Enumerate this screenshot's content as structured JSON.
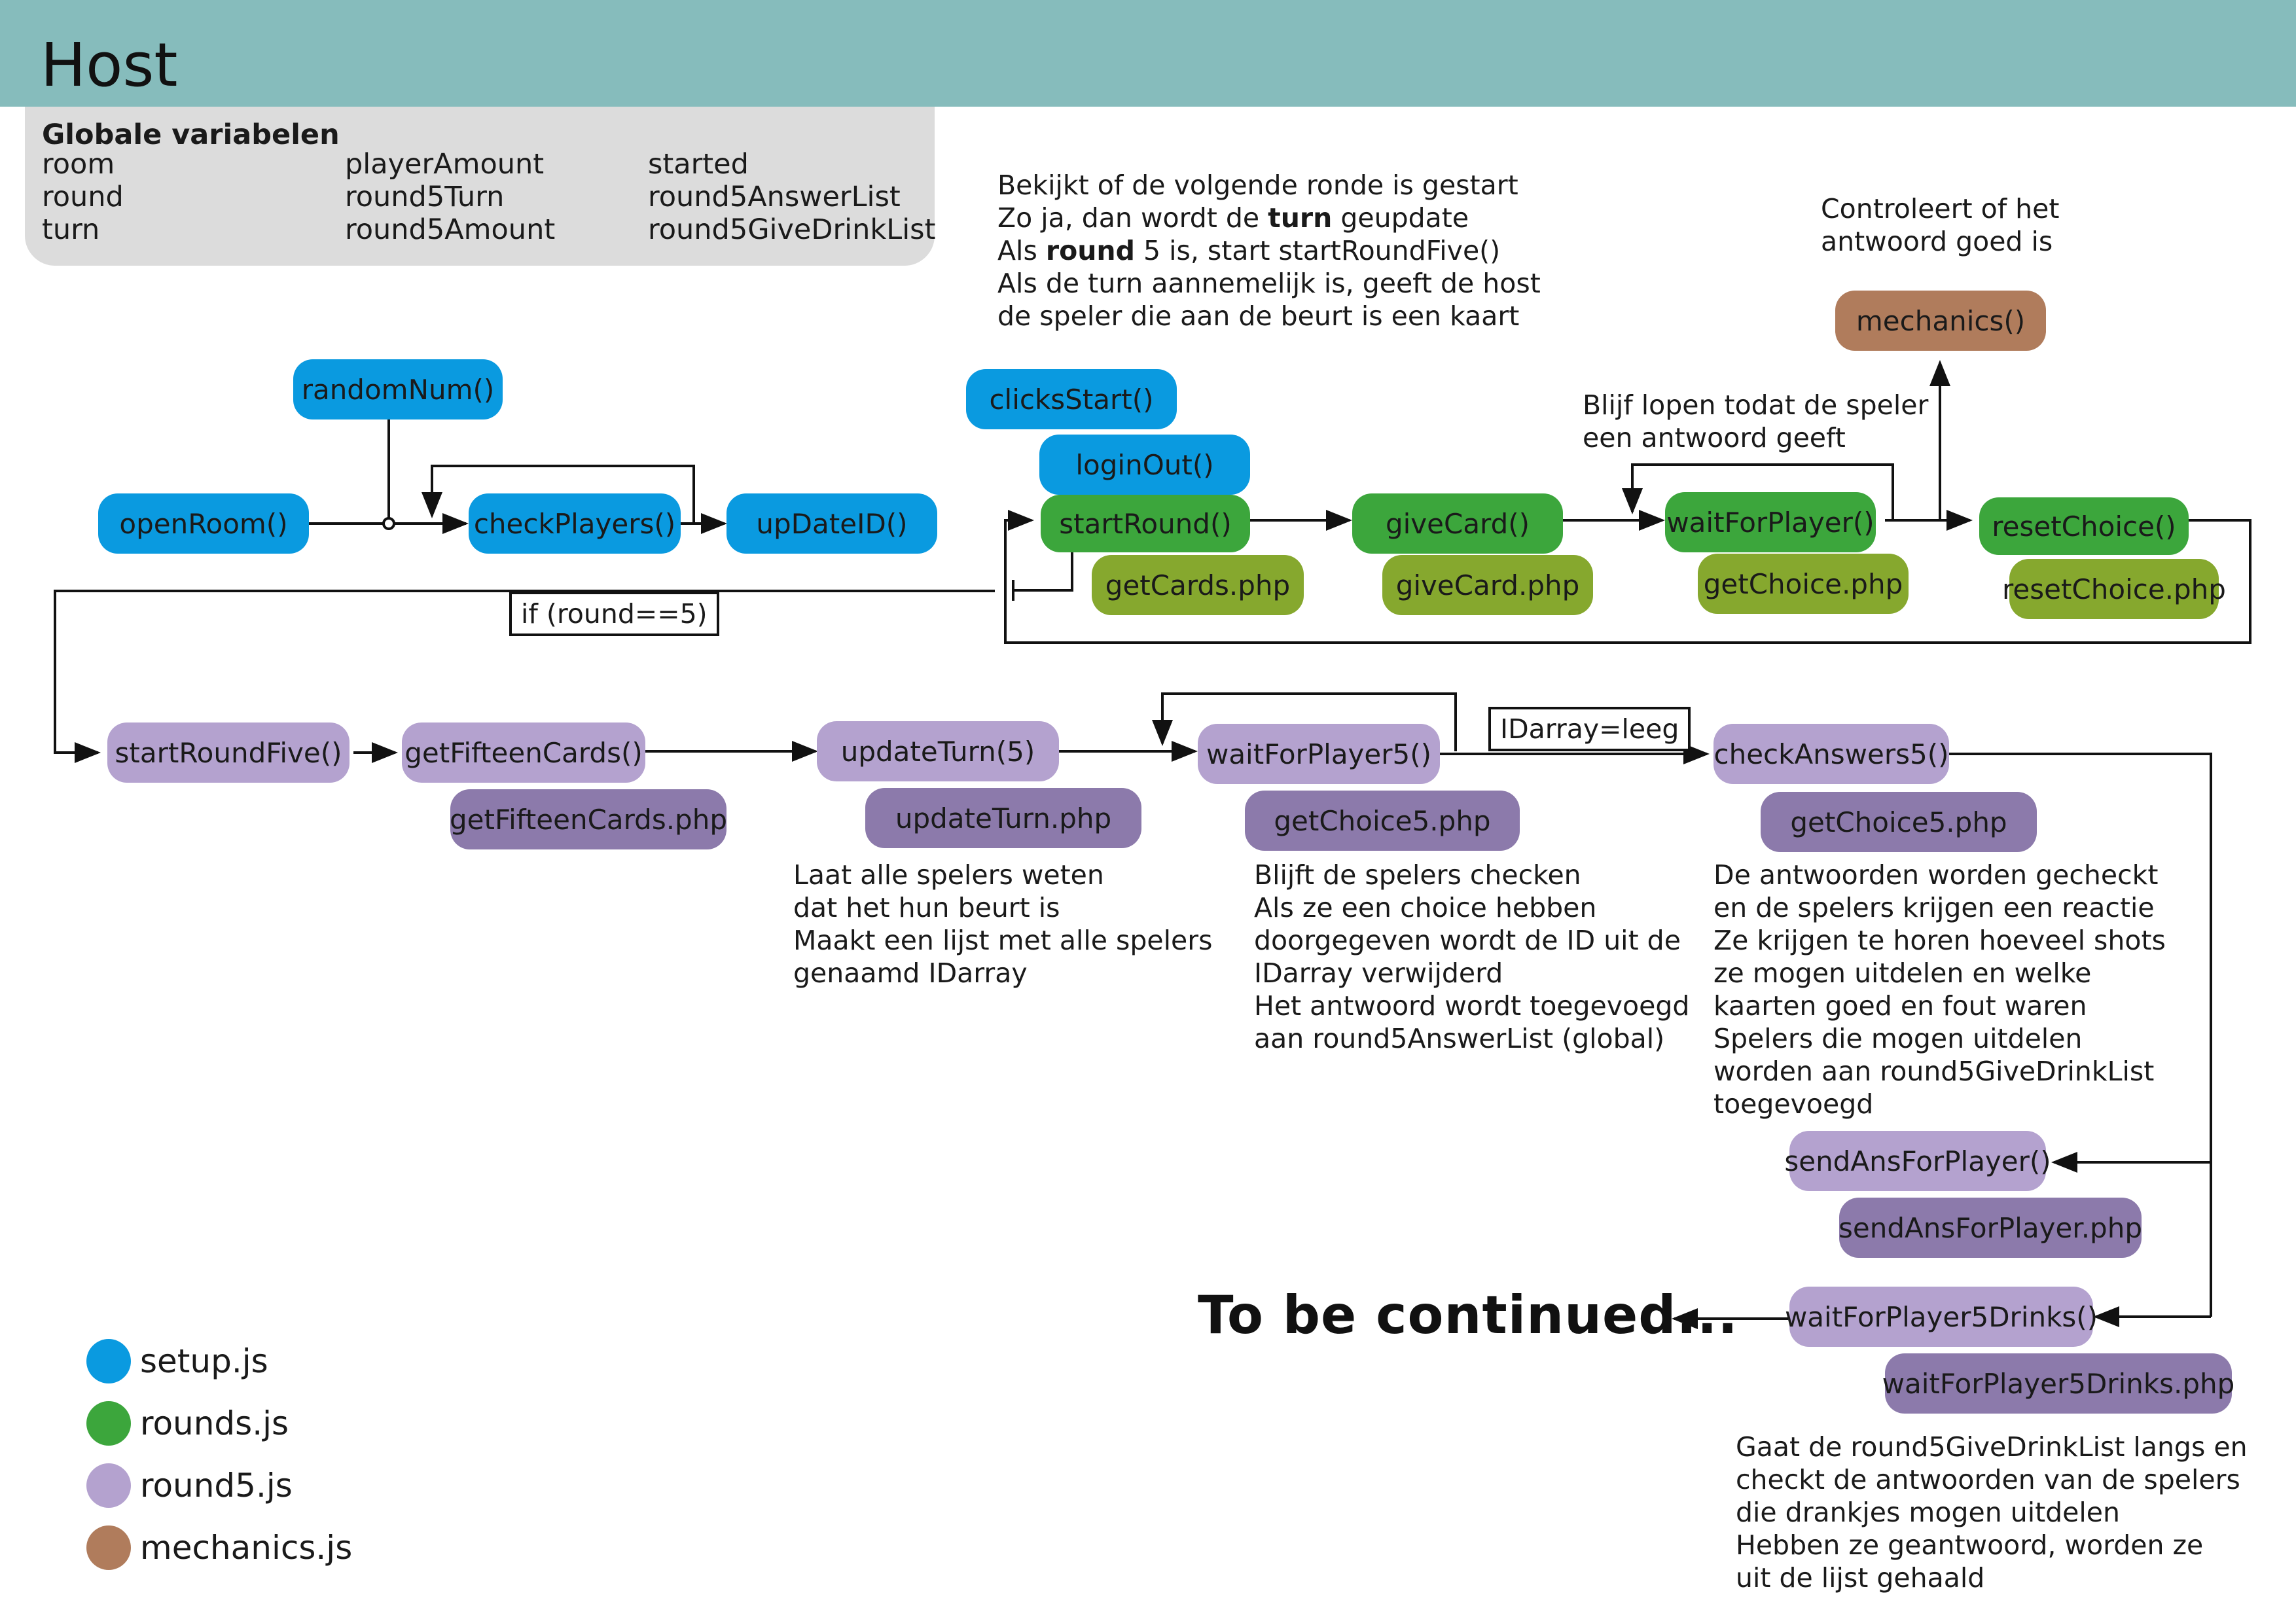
{
  "header": {
    "title": "Host"
  },
  "globals": {
    "heading": "Globale variabelen",
    "col1": [
      "room",
      "round",
      "turn"
    ],
    "col2": [
      "playerAmount",
      "round5Turn",
      "round5Amount"
    ],
    "col3": [
      "started",
      "round5AnswerList",
      "round5GiveDrinkList"
    ]
  },
  "colors": {
    "setup": "#0a9ae0",
    "rounds": "#3ca63c",
    "rounds_php": "#86a82e",
    "round5": "#b4a2cf",
    "round5_php": "#8c7aab",
    "mechanics": "#b07c5c",
    "header": "#86bcbc"
  },
  "nodes": {
    "randomNum": "randomNum()",
    "openRoom": "openRoom()",
    "checkPlayers": "checkPlayers()",
    "updateID": "upDateID()",
    "clicksStart": "clicksStart()",
    "loginOut": "loginOut()",
    "startRound": "startRound()",
    "getCards": "getCards.php",
    "giveCard": "giveCard()",
    "giveCardPhp": "giveCard.php",
    "waitForPlayer": "waitForPlayer()",
    "getChoice": "getChoice.php",
    "mechanics": "mechanics()",
    "resetChoice": "resetChoice()",
    "resetChoicePhp": "resetChoice.php",
    "startRoundFive": "startRoundFive()",
    "getFifteenCards": "getFifteenCards()",
    "getFifteenCardsPhp": "getFifteenCards.php",
    "updateTurn": "updateTurn(5)",
    "updateTurnPhp": "updateTurn.php",
    "waitForPlayer5": "waitForPlayer5()",
    "getChoice5a": "getChoice5.php",
    "checkAnswers5": "checkAnswers5()",
    "getChoice5b": "getChoice5.php",
    "sendAnsForPlayer": "sendAnsForPlayer()",
    "sendAnsForPlayerPhp": "sendAnsForPlayer.php",
    "waitForPlayer5Drinks": "waitForPlayer5Drinks()",
    "waitForPlayer5DrinksPhp": "waitForPlayer5Drinks.php"
  },
  "conditions": {
    "round5": "if (round==5)",
    "idarray": "IDarray=leeg"
  },
  "notes": {
    "startRound": {
      "l1": "Bekijkt of de volgende ronde is gestart",
      "l2_pre": "Zo ja, dan wordt de ",
      "l2_bold": "turn",
      "l2_post": " geupdate",
      "l3_pre": "Als ",
      "l3_bold": "round",
      "l3_post": " 5 is, start startRoundFive()",
      "l4": "Als de turn aannemelijk is, geeft de host",
      "l5": "de speler die aan de beurt is een kaart"
    },
    "mechanics": [
      "Controleert of het",
      "antwoord goed is"
    ],
    "waitLoop": [
      "Blijf lopen todat de speler",
      "een antwoord geeft"
    ],
    "updateTurn": [
      "Laat alle spelers weten",
      "dat het hun beurt is",
      "Maakt een lijst met alle spelers",
      "genaamd IDarray"
    ],
    "waitForPlayer5": [
      "Blijft de spelers checken",
      "Als ze een choice hebben",
      "doorgegeven wordt de ID uit de",
      "IDarray verwijderd",
      "Het antwoord wordt toegevoegd",
      "aan round5AnswerList (global)"
    ],
    "checkAnswers5": [
      "De antwoorden worden gecheckt",
      "en de spelers krijgen een reactie",
      "Ze krijgen te horen hoeveel shots",
      "ze mogen uitdelen en welke",
      "kaarten goed en fout waren",
      "Spelers die mogen uitdelen",
      "worden aan round5GiveDrinkList",
      "toegevoegd"
    ],
    "drinks": [
      "Gaat de round5GiveDrinkList langs en",
      "checkt de antwoorden van de spelers",
      "die drankjes mogen uitdelen",
      "Hebben ze geantwoord, worden ze",
      "uit de lijst gehaald"
    ]
  },
  "continued": "To be continued...",
  "legend": [
    {
      "label": "setup.js",
      "color": "#0a9ae0"
    },
    {
      "label": "rounds.js",
      "color": "#3ca63c"
    },
    {
      "label": "round5.js",
      "color": "#b4a2cf"
    },
    {
      "label": "mechanics.js",
      "color": "#b07c5c"
    }
  ]
}
